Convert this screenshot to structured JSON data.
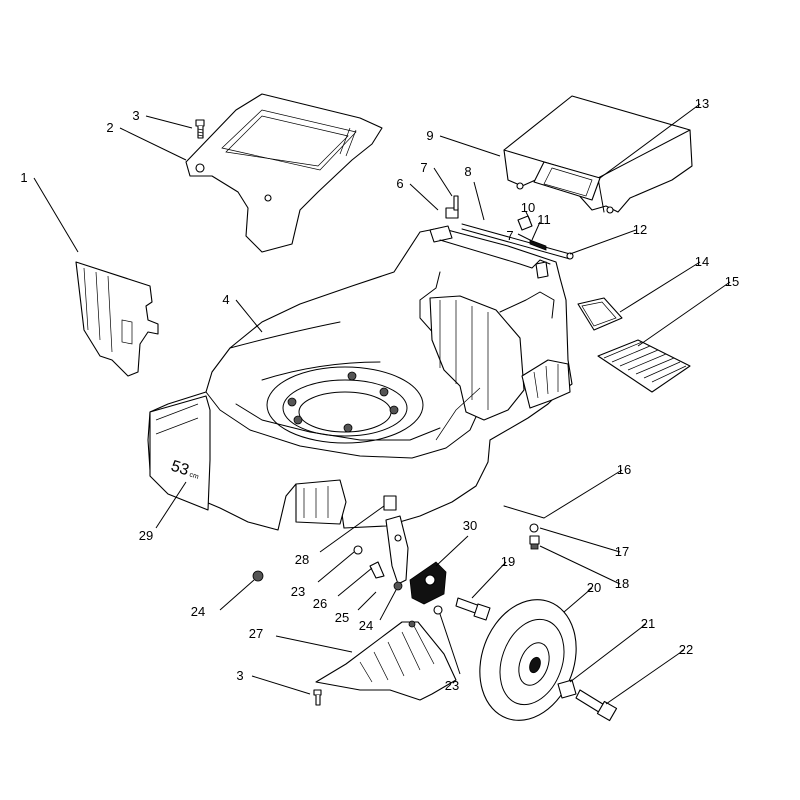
{
  "diagram": {
    "deck_badge": {
      "number": "53",
      "unit": "cm"
    },
    "callouts": [
      {
        "id": "c1",
        "label": "1"
      },
      {
        "id": "c2",
        "label": "2"
      },
      {
        "id": "c3a",
        "label": "3"
      },
      {
        "id": "c3b",
        "label": "3"
      },
      {
        "id": "c4",
        "label": "4"
      },
      {
        "id": "c6",
        "label": "6"
      },
      {
        "id": "c7a",
        "label": "7"
      },
      {
        "id": "c7b",
        "label": "7"
      },
      {
        "id": "c8",
        "label": "8"
      },
      {
        "id": "c9",
        "label": "9"
      },
      {
        "id": "c10",
        "label": "10"
      },
      {
        "id": "c11",
        "label": "11"
      },
      {
        "id": "c12",
        "label": "12"
      },
      {
        "id": "c13",
        "label": "13"
      },
      {
        "id": "c14",
        "label": "14"
      },
      {
        "id": "c15",
        "label": "15"
      },
      {
        "id": "c16",
        "label": "16"
      },
      {
        "id": "c17",
        "label": "17"
      },
      {
        "id": "c18",
        "label": "18"
      },
      {
        "id": "c19",
        "label": "19"
      },
      {
        "id": "c20",
        "label": "20"
      },
      {
        "id": "c21",
        "label": "21"
      },
      {
        "id": "c22",
        "label": "22"
      },
      {
        "id": "c23a",
        "label": "23"
      },
      {
        "id": "c23b",
        "label": "23"
      },
      {
        "id": "c24a",
        "label": "24"
      },
      {
        "id": "c24b",
        "label": "24"
      },
      {
        "id": "c25",
        "label": "25"
      },
      {
        "id": "c26",
        "label": "26"
      },
      {
        "id": "c27",
        "label": "27"
      },
      {
        "id": "c28",
        "label": "28"
      },
      {
        "id": "c29",
        "label": "29"
      },
      {
        "id": "c30",
        "label": "30"
      }
    ]
  }
}
